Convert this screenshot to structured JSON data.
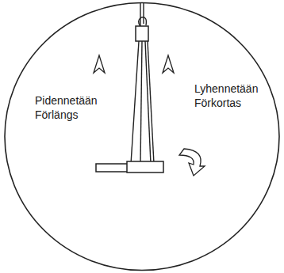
{
  "diagram": {
    "labels": [
      "Pidennetään",
      "Förlängs",
      "Lyhennetään",
      "Förkortas"
    ]
  }
}
